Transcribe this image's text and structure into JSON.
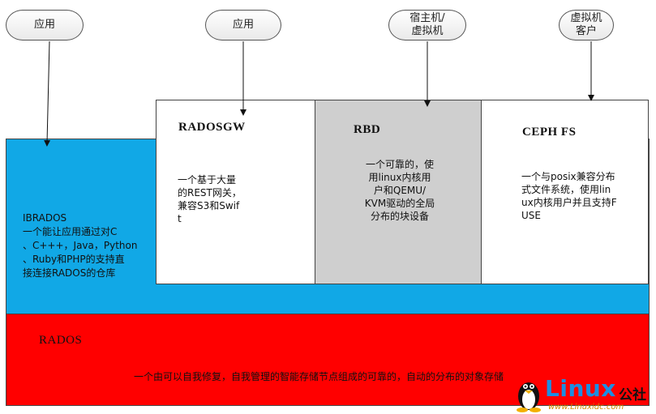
{
  "consumers": [
    {
      "label": "应用"
    },
    {
      "label": "应用"
    },
    {
      "label": "宿主机/\n虚拟机"
    },
    {
      "label": "虚拟机\n客户"
    }
  ],
  "librados": {
    "text": "IBRADOS\n一个能让应用通过对C\n、C+++，Java，Python\n、Ruby和PHP的支持直\n接连接RADOS的仓库"
  },
  "radosgw": {
    "title": "RADOSGW",
    "desc": "一个基于大量\n的REST网关，\n兼容S3和Swif\nt"
  },
  "rbd": {
    "title": "RBD",
    "desc": "一个可靠的，使\n用linux内核用\n户和QEMU/\nKVM驱动的全局\n分布的块设备"
  },
  "cephfs": {
    "title": "CEPH FS",
    "desc": "一个与posix兼容分布\n式文件系统，使用lin\nux内核用户并且支持F\nUSE"
  },
  "rados": {
    "title": "RADOS",
    "desc": "一个由可以自我修复，自我管理的智能存储节点组成的可靠的，自动的分布的对象存储"
  },
  "watermark": {
    "brand": "Linux",
    "suffix": "公社",
    "url": "www.Linuxidc.com"
  },
  "colors": {
    "blue_band": "#11a8e6",
    "red_band": "#ff0000",
    "rbd_box": "#cfcfcf"
  }
}
